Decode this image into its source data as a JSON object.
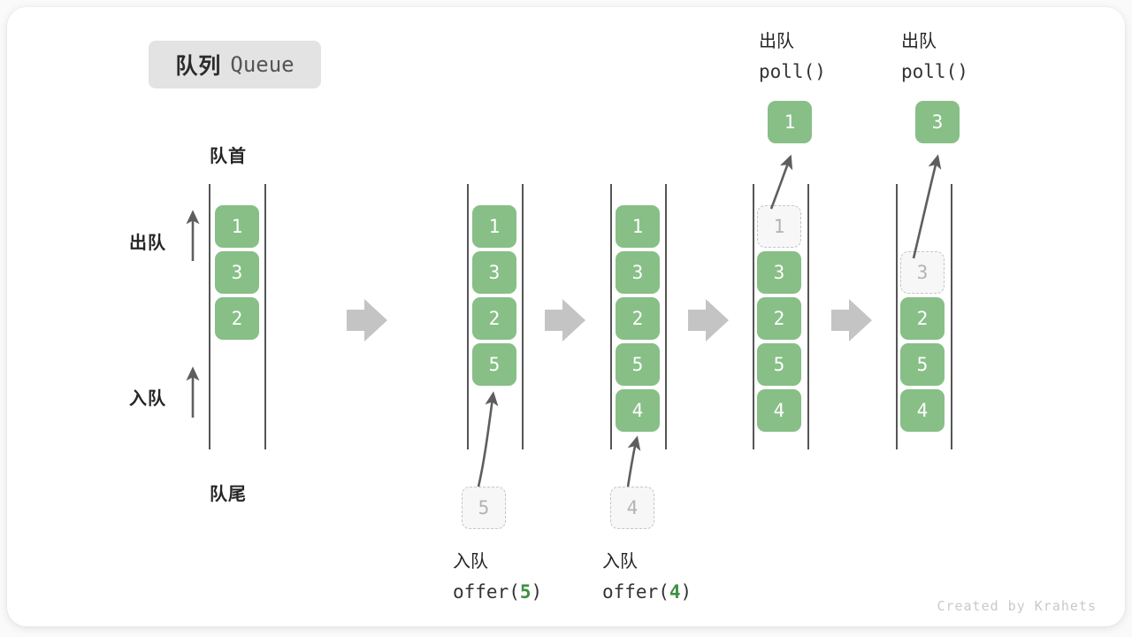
{
  "title": {
    "cn": "队列",
    "en": "Queue"
  },
  "axis_labels": {
    "head": "队首",
    "tail": "队尾",
    "dequeue": "出队",
    "enqueue": "入队"
  },
  "footer": "Created by Krahets",
  "colors": {
    "box_fill": "#87bf87",
    "box_text": "#ffffff",
    "ghost_fill": "#f7f7f7",
    "ghost_border": "#c6c6c6",
    "ghost_text": "#b3b3b3",
    "rail": "#555555",
    "arrow": "#5e5e5e",
    "step_arrow": "#c4c4c4",
    "accent_green": "#3f9142",
    "chip_bg": "#e3e3e3",
    "card_bg": "#ffffff",
    "page_bg": "#fafafa"
  },
  "steps": [
    {
      "id": "initial",
      "queue": [
        "1",
        "3",
        "2"
      ],
      "ghost_in_queue": null,
      "ghost_below": null,
      "ejected": null,
      "op_cn": null,
      "op_code": null,
      "op_arg": null
    },
    {
      "id": "after-offer-5",
      "queue": [
        "1",
        "3",
        "2",
        "5"
      ],
      "ghost_in_queue": null,
      "ghost_below": "5",
      "ejected": null,
      "op_cn": "入队",
      "op_code_prefix": "offer(",
      "op_arg": "5",
      "op_code_suffix": ")"
    },
    {
      "id": "after-offer-4",
      "queue": [
        "1",
        "3",
        "2",
        "5",
        "4"
      ],
      "ghost_in_queue": null,
      "ghost_below": "4",
      "ejected": null,
      "op_cn": "入队",
      "op_code_prefix": "offer(",
      "op_arg": "4",
      "op_code_suffix": ")"
    },
    {
      "id": "after-poll-1",
      "queue": [
        "3",
        "2",
        "5",
        "4"
      ],
      "ghost_in_queue": "1",
      "ghost_below": null,
      "ejected": "1",
      "op_cn": "出队",
      "op_code_prefix": "poll(",
      "op_arg": "",
      "op_code_suffix": ")"
    },
    {
      "id": "after-poll-3",
      "queue": [
        "2",
        "5",
        "4"
      ],
      "ghost_in_queue": "3",
      "ghost_below": null,
      "ejected": "3",
      "op_cn": "出队",
      "op_code_prefix": "poll(",
      "op_arg": "",
      "op_code_suffix": ")"
    }
  ]
}
